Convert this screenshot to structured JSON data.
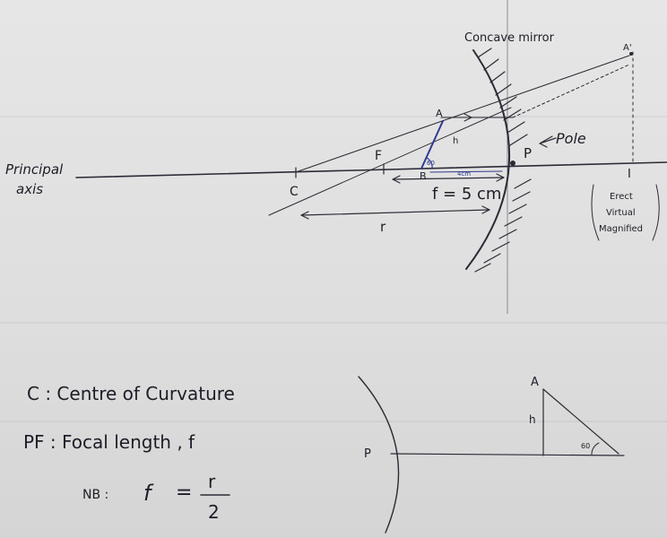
{
  "main_diagram": {
    "mirror_label": "Concave mirror",
    "axis_label_line1": "Principal",
    "axis_label_line2": "axis",
    "point_c": "C",
    "point_f": "F",
    "point_p": "P",
    "point_a": "A",
    "point_b": "B",
    "point_a_prime": "A'",
    "point_i": "I",
    "pole_label": "Pole",
    "focal_eq": "f = 5 cm",
    "radius_label": "r",
    "height_label": "h",
    "angle_label": "60",
    "distance_label": "4cm",
    "image_note_1": "Erect",
    "image_note_2": "Virtual",
    "image_note_3": "Magnified"
  },
  "notes": {
    "line1": "C : Centre of Curvature",
    "line2": "PF : Focal length , f",
    "nb_label": "NB :",
    "nb_lhs": "f",
    "nb_eq": "=",
    "nb_num": "r",
    "nb_den": "2"
  },
  "small_diagram": {
    "point_p": "P",
    "point_a": "A",
    "height_label": "h",
    "angle_label": "60"
  }
}
